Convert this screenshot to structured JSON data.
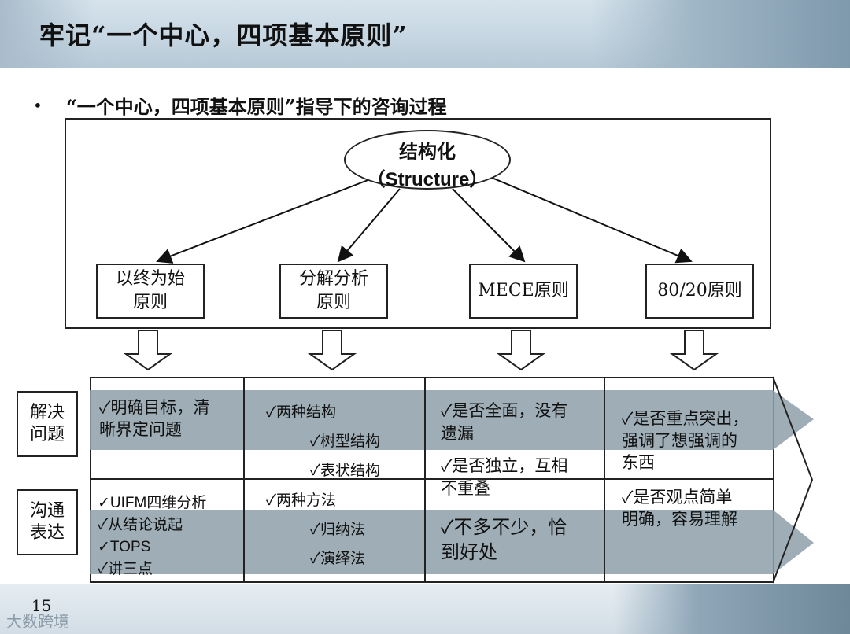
{
  "slide": {
    "title": "牢记“一个中心，四项基本原则”",
    "bullet_char": "•",
    "subtitle": "“一个中心，四项基本原则”指导下的咨询过程",
    "page_number": "15",
    "watermark": "大数跨境"
  },
  "diagram": {
    "center": {
      "line1": "结构化",
      "line2": "（Structure）"
    },
    "principles": [
      {
        "line1": "以终为始",
        "line2": "原则"
      },
      {
        "line1": "分解分析",
        "line2": "原则"
      },
      {
        "line1": "MECE原则",
        "line2": ""
      },
      {
        "line1": "80/20原则",
        "line2": ""
      }
    ],
    "rows": [
      {
        "line1": "解决",
        "line2": "问题"
      },
      {
        "line1": "沟通",
        "line2": "表达"
      }
    ],
    "cells": {
      "r1c1": [
        "✓明确目标，清",
        "晰界定问题"
      ],
      "r1c2": [
        "✓两种结构",
        "✓树型结构",
        "✓表状结构"
      ],
      "r1c3": [
        "✓是否全面，没有",
        "遗漏",
        "✓是否独立，互相",
        "不重叠"
      ],
      "r1c4": [
        "✓是否重点突出，",
        "强调了想强调的",
        "东西"
      ],
      "r2c1": [
        "✓UIFM四维分析",
        "✓从结论说起",
        "✓TOPS",
        "✓讲三点"
      ],
      "r2c2": [
        "✓两种方法",
        "✓归纳法",
        "✓演绎法"
      ],
      "r2c3": [
        "✓不多不少，恰",
        "到好处"
      ],
      "r2c4": [
        "✓是否观点简单",
        "明确，容易理解"
      ]
    }
  }
}
